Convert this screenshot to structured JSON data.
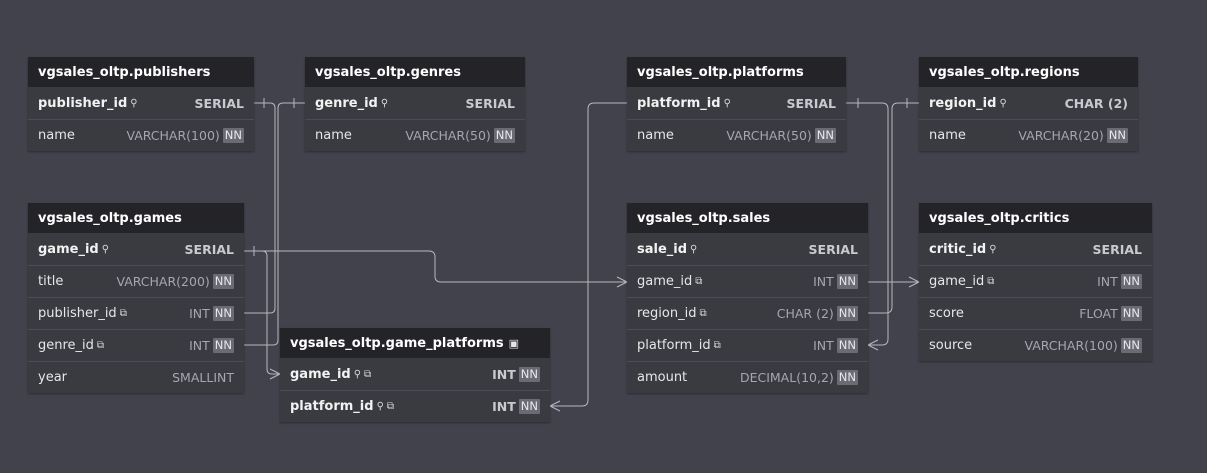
{
  "tables": {
    "publishers": {
      "title": "vgsales_oltp.publishers",
      "fields": [
        {
          "name": "publisher_id",
          "icon": "key",
          "type": "SERIAL",
          "nn": ""
        },
        {
          "name": "name",
          "icon": "",
          "type": "VARCHAR(100)",
          "nn": "NN"
        }
      ]
    },
    "genres": {
      "title": "vgsales_oltp.genres",
      "fields": [
        {
          "name": "genre_id",
          "icon": "key",
          "type": "SERIAL",
          "nn": ""
        },
        {
          "name": "name",
          "icon": "",
          "type": "VARCHAR(50)",
          "nn": "NN"
        }
      ]
    },
    "platforms": {
      "title": "vgsales_oltp.platforms",
      "fields": [
        {
          "name": "platform_id",
          "icon": "key",
          "type": "SERIAL",
          "nn": ""
        },
        {
          "name": "name",
          "icon": "",
          "type": "VARCHAR(50)",
          "nn": "NN"
        }
      ]
    },
    "regions": {
      "title": "vgsales_oltp.regions",
      "fields": [
        {
          "name": "region_id",
          "icon": "key",
          "type": "CHAR (2)",
          "nn": ""
        },
        {
          "name": "name",
          "icon": "",
          "type": "VARCHAR(20)",
          "nn": "NN"
        }
      ]
    },
    "games": {
      "title": "vgsales_oltp.games",
      "fields": [
        {
          "name": "game_id",
          "icon": "key",
          "type": "SERIAL",
          "nn": ""
        },
        {
          "name": "title",
          "icon": "",
          "type": "VARCHAR(200)",
          "nn": "NN"
        },
        {
          "name": "publisher_id",
          "icon": "link",
          "type": "INT",
          "nn": "NN"
        },
        {
          "name": "genre_id",
          "icon": "link",
          "type": "INT",
          "nn": "NN"
        },
        {
          "name": "year",
          "icon": "",
          "type": "SMALLINT",
          "nn": ""
        }
      ]
    },
    "game_platforms": {
      "title": "vgsales_oltp.game_platforms",
      "note_icon": "note",
      "fields": [
        {
          "name": "game_id",
          "icon": "key-link",
          "type": "INT",
          "nn": "NN"
        },
        {
          "name": "platform_id",
          "icon": "key-link",
          "type": "INT",
          "nn": "NN"
        }
      ]
    },
    "sales": {
      "title": "vgsales_oltp.sales",
      "fields": [
        {
          "name": "sale_id",
          "icon": "key",
          "type": "SERIAL",
          "nn": ""
        },
        {
          "name": "game_id",
          "icon": "link",
          "type": "INT",
          "nn": "NN"
        },
        {
          "name": "region_id",
          "icon": "link",
          "type": "CHAR (2)",
          "nn": "NN"
        },
        {
          "name": "platform_id",
          "icon": "link",
          "type": "INT",
          "nn": "NN"
        },
        {
          "name": "amount",
          "icon": "",
          "type": "DECIMAL(10,2)",
          "nn": "NN"
        }
      ]
    },
    "critics": {
      "title": "vgsales_oltp.critics",
      "fields": [
        {
          "name": "critic_id",
          "icon": "key",
          "type": "SERIAL",
          "nn": ""
        },
        {
          "name": "game_id",
          "icon": "link",
          "type": "INT",
          "nn": "NN"
        },
        {
          "name": "score",
          "icon": "",
          "type": "FLOAT",
          "nn": "NN"
        },
        {
          "name": "source",
          "icon": "",
          "type": "VARCHAR(100)",
          "nn": "NN"
        }
      ]
    }
  },
  "colors": {
    "canvas": "#42424c",
    "table_body": "#3a3a41",
    "table_header": "#242428",
    "connector": "#b8b8c0",
    "nn_badge": "#6b6b74"
  }
}
